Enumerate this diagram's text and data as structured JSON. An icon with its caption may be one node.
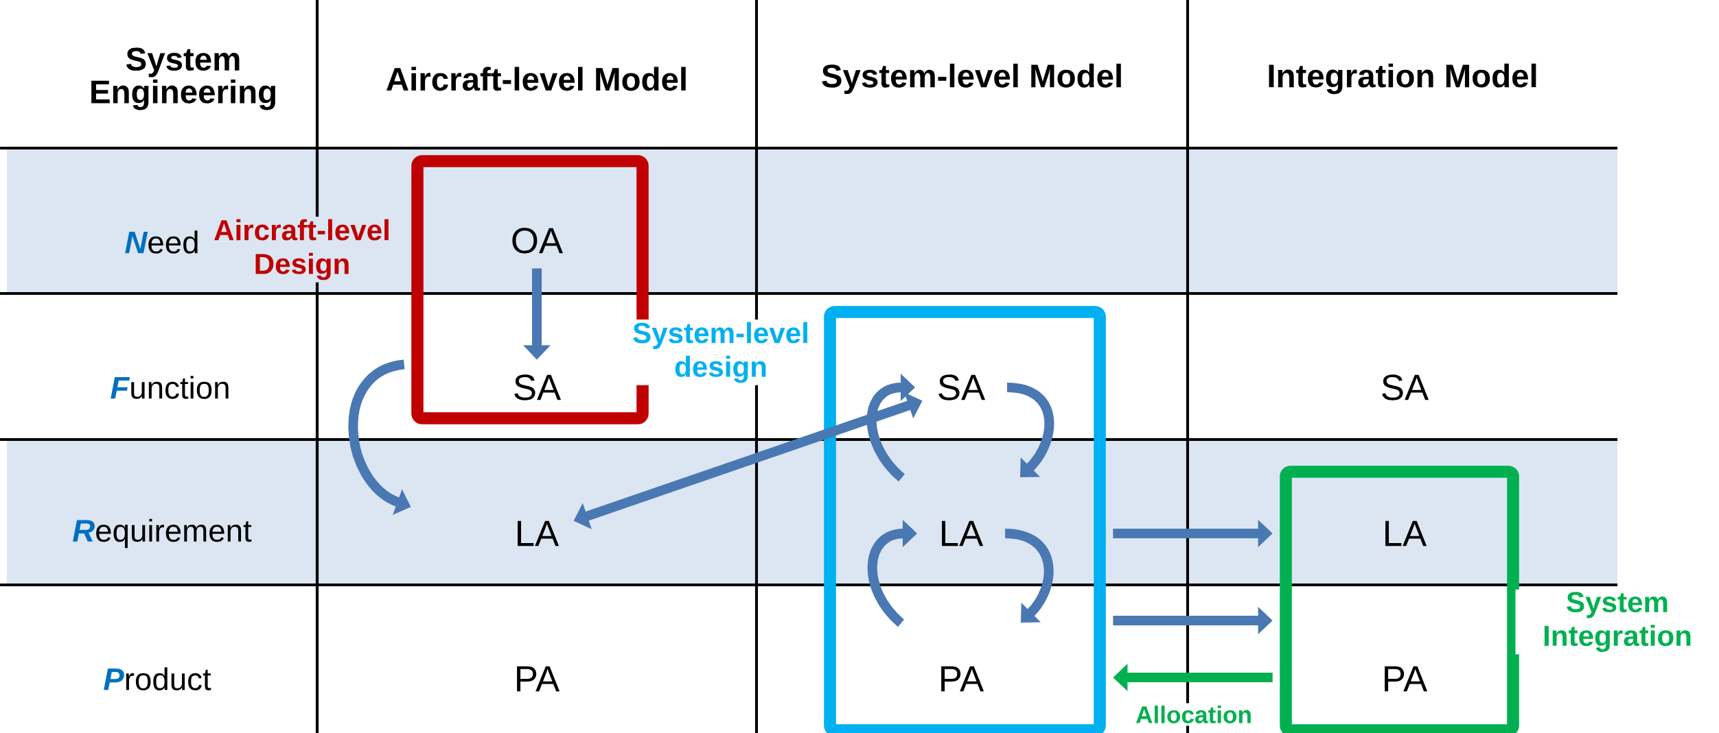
{
  "diagram": {
    "nodes": [
      {
        "text": [
          "Aircraft-level Design"
        ]
      },
      {
        "text": [
          "OA"
        ],
        "in": 0
      },
      {
        "text": [
          "SA"
        ],
        "in": 0
      },
      {
        "text": [
          "LA"
        ]
      },
      {
        "text": [
          "PA"
        ]
      },
      {
        "text": [
          "System-level design"
        ]
      },
      {
        "text": [
          "SA"
        ],
        "in": 5
      },
      {
        "text": [
          "LA"
        ],
        "in": 5
      },
      {
        "text": [
          "PA"
        ],
        "in": 5
      },
      {
        "text": [
          "SA"
        ]
      },
      {
        "text": [
          "System Integration"
        ]
      },
      {
        "text": [
          "LA"
        ],
        "in": 10
      },
      {
        "text": [
          "PA"
        ],
        "in": 10
      }
    ],
    "edges": [
      {
        "from": 1,
        "to": 2,
        "arrow": "to"
      },
      {
        "from": 0,
        "to": 3,
        "arrow": "to"
      },
      {
        "from": 3,
        "to": 6,
        "arrow": "both"
      },
      {
        "from": 6,
        "to": 7,
        "arrow": "to"
      },
      {
        "from": 7,
        "to": 6,
        "arrow": "to"
      },
      {
        "from": 7,
        "to": 8,
        "arrow": "to"
      },
      {
        "from": 8,
        "to": 7,
        "arrow": "to"
      },
      {
        "from": 5,
        "to": 10,
        "arrow": "to"
      },
      {
        "from": 5,
        "to": 10,
        "arrow": "to"
      },
      {
        "from": 10,
        "to": 5,
        "arrow": "to",
        "label": "Allocation",
        "color": "#00b050"
      }
    ],
    "labels": [
      "System Engineering",
      "Aircraft-level Model",
      "System-level Model",
      "Integration Model",
      "**N**eed",
      "**F**unction",
      "**R**equirement",
      "**P**roduct"
    ]
  }
}
